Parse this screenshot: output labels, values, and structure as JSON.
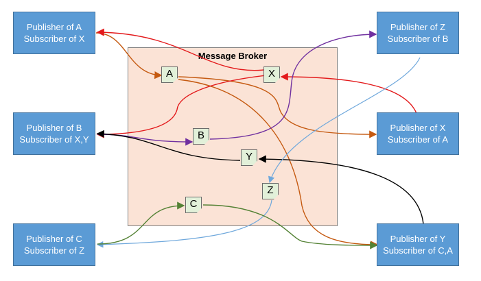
{
  "broker": {
    "title": "Message Broker"
  },
  "nodes": {
    "n1": {
      "line1": "Publisher of A",
      "line2": "Subscriber of X"
    },
    "n2": {
      "line1": "Publisher of B",
      "line2": "Subscriber of X,Y"
    },
    "n3": {
      "line1": "Publisher of C",
      "line2": "Subscriber of Z"
    },
    "n4": {
      "line1": "Publisher of Z",
      "line2": "Subscriber of B"
    },
    "n5": {
      "line1": "Publisher of X",
      "line2": "Subscriber of A"
    },
    "n6": {
      "line1": "Publisher of Y",
      "line2": "Subscriber of C,A"
    }
  },
  "messages": {
    "a": "A",
    "b": "B",
    "c": "C",
    "x": "X",
    "y": "Y",
    "z": "Z"
  },
  "colors": {
    "a": "#c55a11",
    "b": "#7030a0",
    "c": "#548235",
    "x": "#e31a1c",
    "y": "#000000",
    "z": "#6fa8dc"
  }
}
